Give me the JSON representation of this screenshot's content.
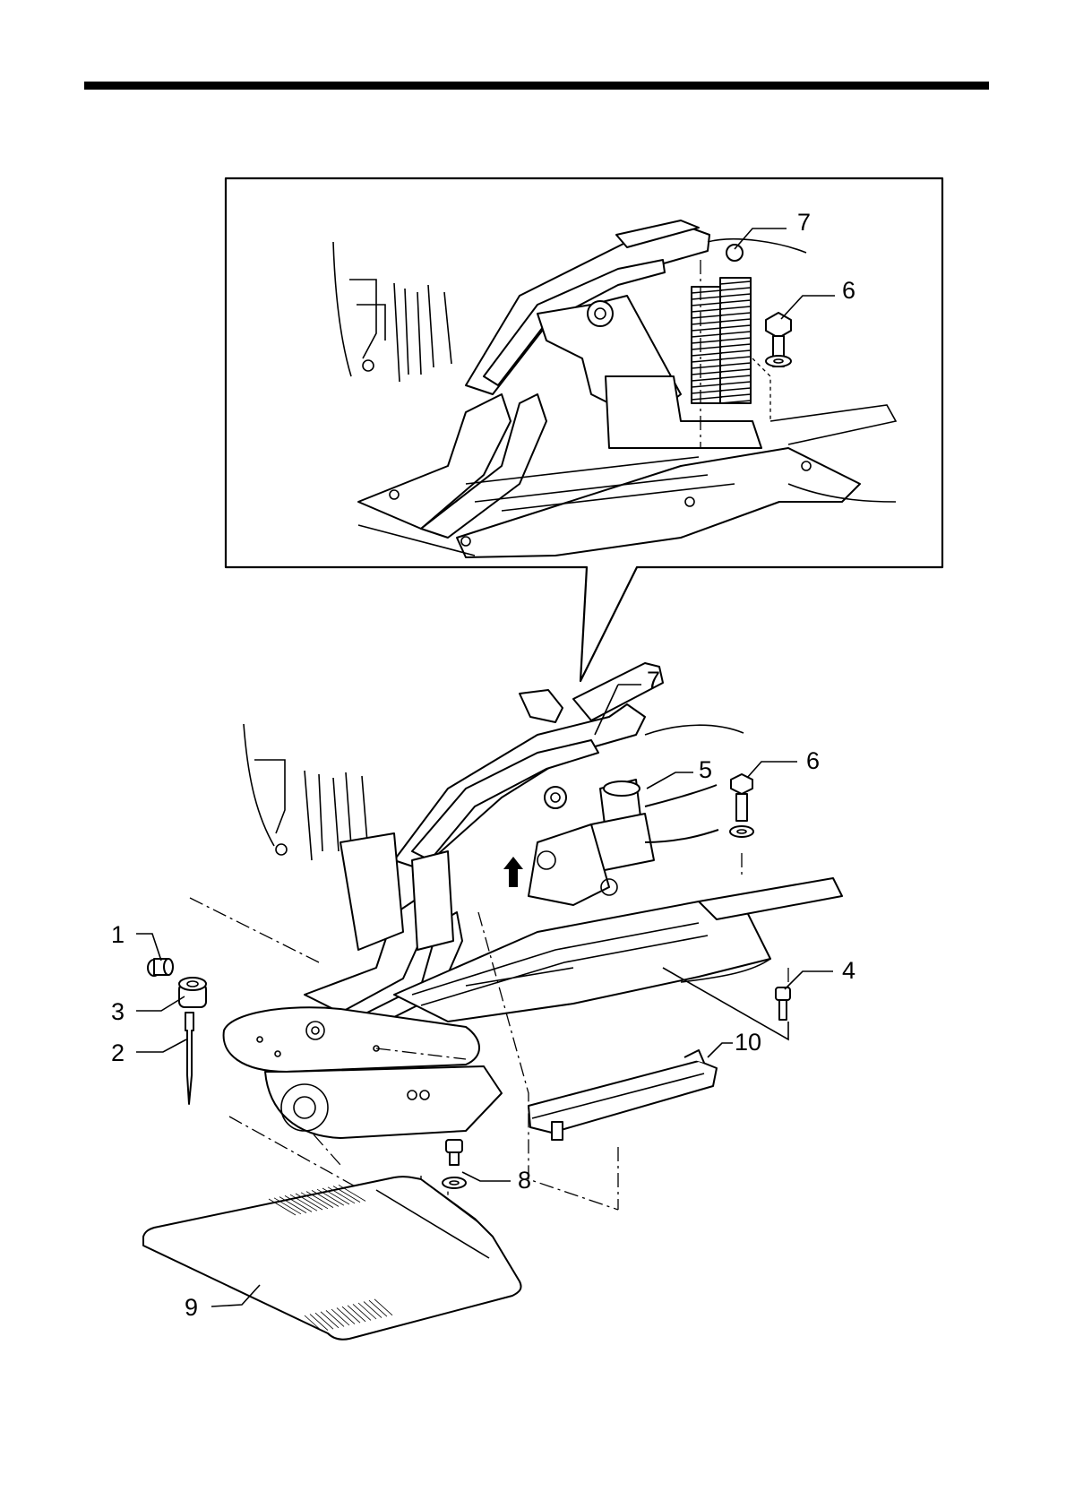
{
  "callouts": {
    "inset_7": "7",
    "inset_6": "6",
    "main_7": "7",
    "main_6": "6",
    "main_5": "5",
    "main_4": "4",
    "main_1": "1",
    "main_3": "3",
    "main_2": "2",
    "main_10": "10",
    "main_8": "8",
    "main_9": "9"
  }
}
